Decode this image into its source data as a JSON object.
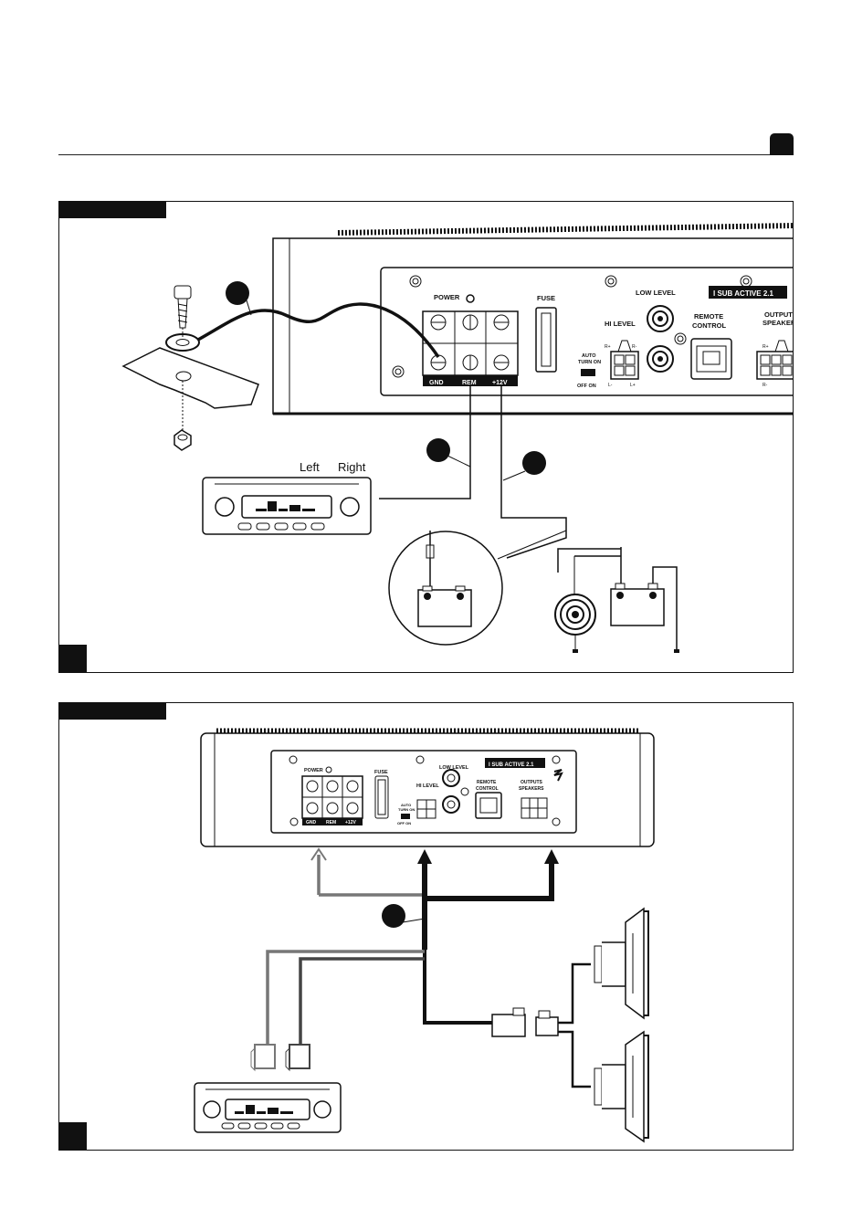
{
  "panel1": {
    "amp_model": "I SUB ACTIVE 2.1",
    "power_label": "POWER",
    "fuse_label": "FUSE",
    "low_level_label": "LOW LEVEL",
    "hi_level_label": "HI LEVEL",
    "remote_label_1": "REMOTE",
    "remote_label_2": "CONTROL",
    "output_label_1": "OUTPUT",
    "output_label_2": "SPEAKER",
    "auto_label_1": "AUTO",
    "auto_label_2": "TURN ON",
    "off_on_label": "OFF  ON",
    "gnd_label": "GND",
    "rem_label": "REM",
    "v12_label": "+12V",
    "rplus": "R+",
    "rminus": "R-",
    "lminus": "L-",
    "lplus": "L+",
    "left_label": "Left",
    "right_label": "Right"
  },
  "panel2": {
    "amp_model": "I SUB ACTIVE 2.1",
    "power_label": "POWER",
    "fuse_label": "FUSE",
    "low_level_label": "LOW LEVEL",
    "hi_level_label": "HI LEVEL",
    "remote_label_1": "REMOTE",
    "remote_label_2": "CONTROL",
    "output_label_1": "OUTPUTS",
    "output_label_2": "SPEAKERS",
    "auto_label_1": "AUTO",
    "auto_label_2": "TURN ON",
    "off_on_label": "OFF  ON",
    "gnd_label": "GND",
    "rem_label": "REM",
    "v12_label": "+12V"
  }
}
